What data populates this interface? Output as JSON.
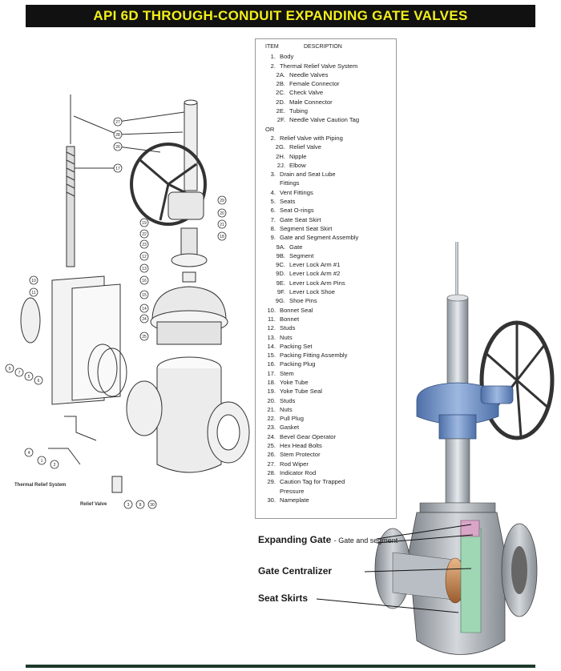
{
  "title": "API 6D THROUGH-CONDUIT EXPANDING GATE VALVES",
  "parts_table": {
    "header_item": "ITEM",
    "header_description": "DESCRIPTION",
    "rows": [
      {
        "n": "1.",
        "d": "Body",
        "kind": "main"
      },
      {
        "n": "2.",
        "d": "Thermal Relief Valve System",
        "kind": "main"
      },
      {
        "n": "2A.",
        "d": "Needle Valves",
        "kind": "sub"
      },
      {
        "n": "2B.",
        "d": "Female Connector",
        "kind": "sub"
      },
      {
        "n": "2C.",
        "d": "Check Valve",
        "kind": "sub"
      },
      {
        "n": "2D.",
        "d": "Male Connector",
        "kind": "sub"
      },
      {
        "n": "2E.",
        "d": "Tubing",
        "kind": "sub"
      },
      {
        "n": "2F.",
        "d": "Needle Valve Caution Tag",
        "kind": "sub"
      },
      {
        "n": "OR",
        "d": "",
        "kind": "or"
      },
      {
        "n": "2.",
        "d": "Relief Valve with Piping",
        "kind": "main"
      },
      {
        "n": "2G.",
        "d": "Relief Valve",
        "kind": "sub"
      },
      {
        "n": "2H.",
        "d": "Nipple",
        "kind": "sub"
      },
      {
        "n": "2J.",
        "d": "Elbow",
        "kind": "sub"
      },
      {
        "n": "3.",
        "d": "Drain and Seat Lube",
        "kind": "main"
      },
      {
        "n": "",
        "d": "Fittings",
        "kind": "main"
      },
      {
        "n": "4.",
        "d": "Vent Fittings",
        "kind": "main"
      },
      {
        "n": "5.",
        "d": "Seats",
        "kind": "main"
      },
      {
        "n": "6.",
        "d": "Seat O-rings",
        "kind": "main"
      },
      {
        "n": "7.",
        "d": "Gate Seat Skirt",
        "kind": "main"
      },
      {
        "n": "8.",
        "d": "Segment Seat Skirt",
        "kind": "main"
      },
      {
        "n": "9.",
        "d": "Gate and Segment Assembly",
        "kind": "main"
      },
      {
        "n": "9A.",
        "d": "Gate",
        "kind": "sub"
      },
      {
        "n": "9B.",
        "d": "Segment",
        "kind": "sub"
      },
      {
        "n": "9C.",
        "d": "Lever Lock Arm #1",
        "kind": "sub"
      },
      {
        "n": "9D.",
        "d": "Lever Lock Arm #2",
        "kind": "sub"
      },
      {
        "n": "9E.",
        "d": "Lever Lock Arm Pins",
        "kind": "sub"
      },
      {
        "n": "9F.",
        "d": "Lever Lock Shoe",
        "kind": "sub"
      },
      {
        "n": "9G.",
        "d": "Shoe Pins",
        "kind": "sub"
      },
      {
        "n": "10.",
        "d": "Bonnet Seal",
        "kind": "main"
      },
      {
        "n": "11.",
        "d": "Bonnet",
        "kind": "main"
      },
      {
        "n": "12.",
        "d": "Studs",
        "kind": "main"
      },
      {
        "n": "13.",
        "d": "Nuts",
        "kind": "main"
      },
      {
        "n": "14.",
        "d": "Packing Set",
        "kind": "main"
      },
      {
        "n": "15.",
        "d": "Packing Fitting Assembly",
        "kind": "main"
      },
      {
        "n": "16.",
        "d": "Packing Plug",
        "kind": "main"
      },
      {
        "n": "17.",
        "d": "Stem",
        "kind": "main"
      },
      {
        "n": "18.",
        "d": "Yoke Tube",
        "kind": "main"
      },
      {
        "n": "19.",
        "d": "Yoke Tube Seal",
        "kind": "main"
      },
      {
        "n": "20.",
        "d": "Studs",
        "kind": "main"
      },
      {
        "n": "21.",
        "d": "Nuts",
        "kind": "main"
      },
      {
        "n": "22.",
        "d": "Pull Plug",
        "kind": "main"
      },
      {
        "n": "23.",
        "d": "Gasket",
        "kind": "main"
      },
      {
        "n": "24.",
        "d": "Bevel Gear Operator",
        "kind": "main"
      },
      {
        "n": "25.",
        "d": "Hex Head Bolts",
        "kind": "main"
      },
      {
        "n": "26.",
        "d": "Stem Protector",
        "kind": "main"
      },
      {
        "n": "27.",
        "d": "Rod Wiper",
        "kind": "main"
      },
      {
        "n": "28.",
        "d": "Indicator Rod",
        "kind": "main"
      },
      {
        "n": "29.",
        "d": "Caution Tag for Trapped",
        "kind": "main"
      },
      {
        "n": "",
        "d": "Pressure",
        "kind": "main"
      },
      {
        "n": "30.",
        "d": "Nameplate",
        "kind": "main"
      }
    ]
  },
  "captions": {
    "expanding_gate": "Expanding Gate",
    "expanding_gate_note": "- Gate and segment",
    "gate_centralizer": "Gate Centralizer",
    "seat_skirts": "Seat Skirts"
  },
  "exploded_labels": {
    "thermal_relief": "Thermal Relief System",
    "relief_valve": "Relief Valve"
  },
  "callout_numbers": [
    "27",
    "28",
    "26",
    "17",
    "29",
    "20",
    "21",
    "18",
    "19",
    "22",
    "23",
    "12",
    "13",
    "16",
    "15",
    "14",
    "24",
    "25",
    "10",
    "11",
    "9",
    "7",
    "5",
    "6",
    "4",
    "1",
    "2",
    "3",
    "8",
    "30"
  ],
  "colors": {
    "banner_bg": "#111111",
    "banner_text": "#f2ee1a",
    "operator_blue": "#6f93c9",
    "body_gray": "#a9adb3",
    "gate_green": "#9fd6b4",
    "seat_copper": "#c98a55"
  }
}
